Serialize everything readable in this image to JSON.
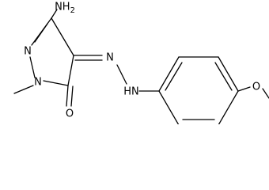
{
  "molecule": {
    "atom_labels": {
      "amino": "NH2",
      "n2": "N",
      "n1": "N",
      "methyl": "",
      "carbonyl_o": "O",
      "hydrazone_n": "N",
      "hydrazone_nh": "HN",
      "ether_o": "O"
    },
    "ring_atom_count": 5,
    "benzene_atom_count": 6
  },
  "colors": {
    "bond": "#000000",
    "text": "#000000",
    "background": "#ffffff"
  }
}
